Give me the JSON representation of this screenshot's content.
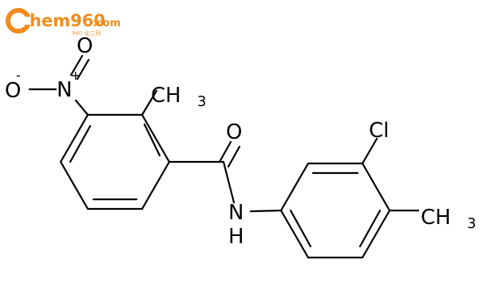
{
  "logo": {
    "brand": "hem960",
    "domain": ".com",
    "subtitle": "960 化工网"
  },
  "atoms": {
    "nitro_o_minus": "O",
    "nitro_o_minus_charge": "-",
    "nitro_n": "N",
    "nitro_n_charge": "+",
    "nitro_o_double": "O",
    "methyl_2": "CH",
    "methyl_2_sub": "3",
    "carbonyl_o": "O",
    "amide_n": "N",
    "amide_h": "H",
    "chloro": "Cl",
    "methyl_4": "CH",
    "methyl_4_sub": "3"
  }
}
